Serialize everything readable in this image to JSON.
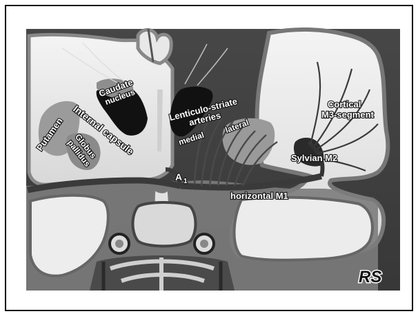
{
  "labels": {
    "caudate": "Caudate",
    "nucleus": "nucleus",
    "putamen": "Putamen",
    "internal_capsule": "Internal capsule",
    "globus": "Globus",
    "pallidus": "pallidus",
    "lenticulo_striate": "Lenticulo-striate",
    "arteries": "arteries",
    "medial": "medial",
    "lateral": "lateral",
    "cortical": "Cortical",
    "m3_segment": "M3-segment",
    "sylvian_m2": "Sylvian M2",
    "a1": "A",
    "a1_sub": "1",
    "horizontal_m1": "horizontal M1",
    "signature": "RS"
  }
}
